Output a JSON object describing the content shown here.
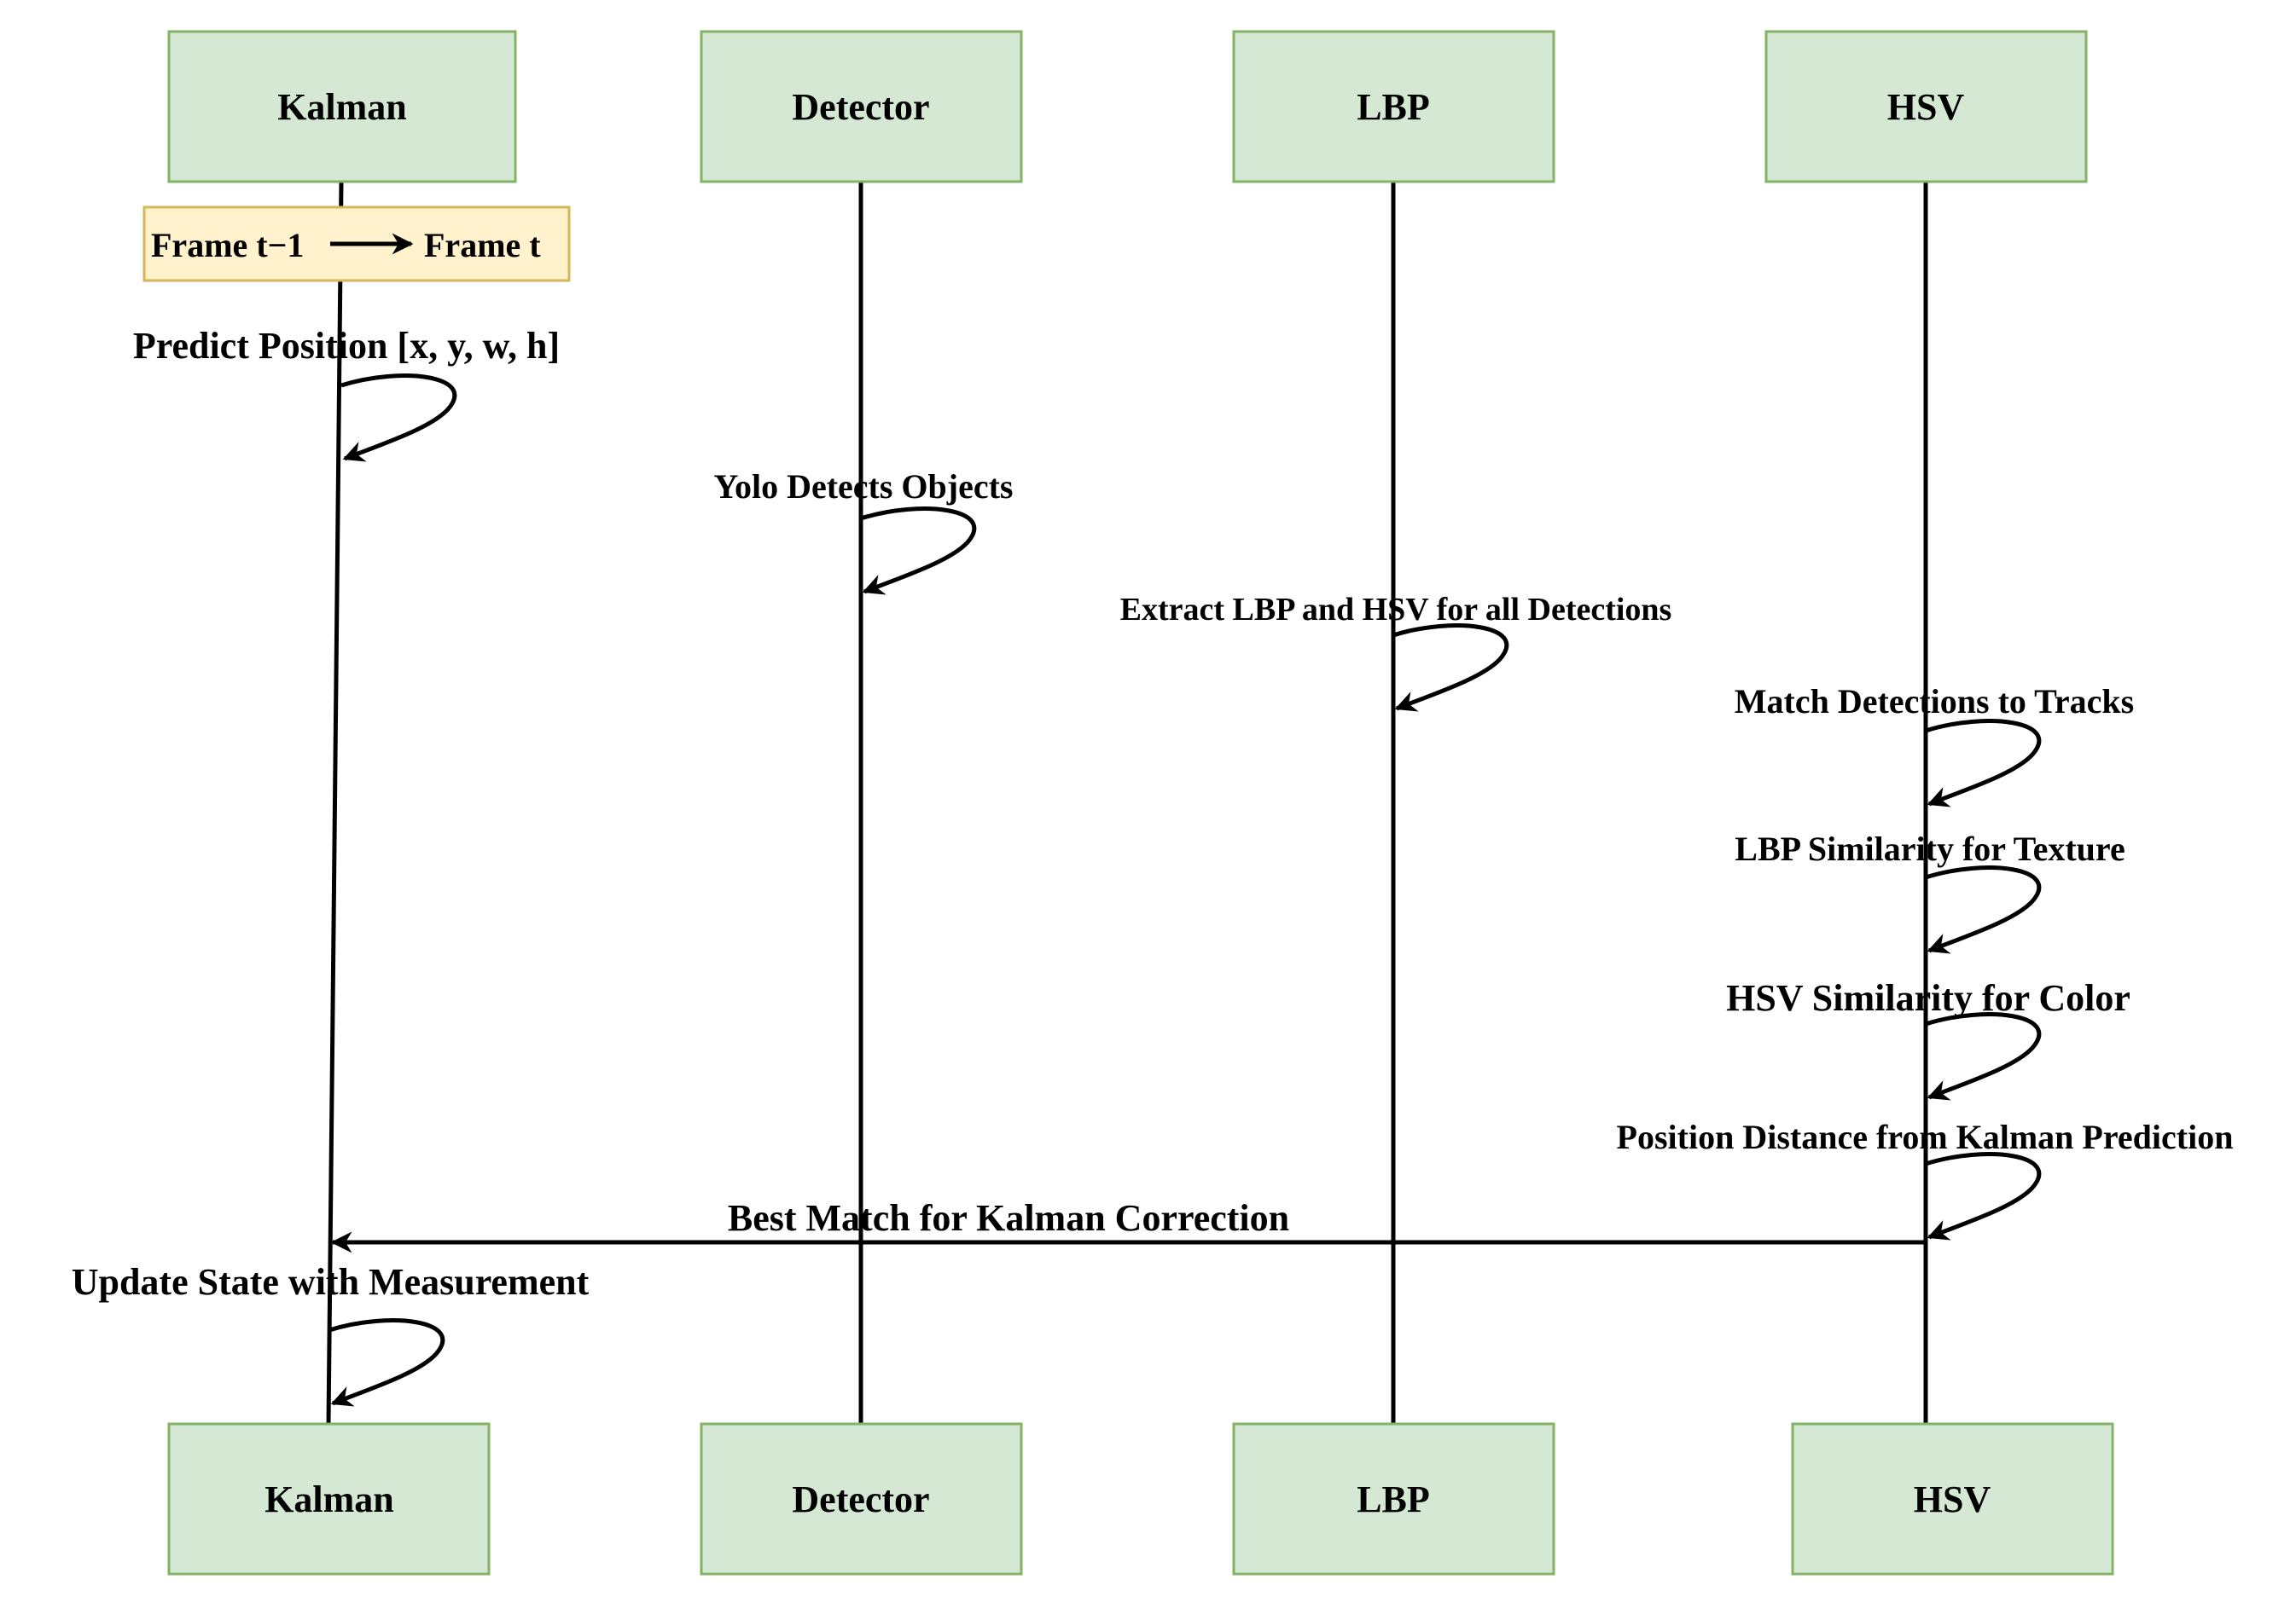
{
  "participants": [
    {
      "id": "kalman",
      "label": "Kalman"
    },
    {
      "id": "detector",
      "label": "Detector"
    },
    {
      "id": "lbp",
      "label": "LBP"
    },
    {
      "id": "hsv",
      "label": "HSV"
    }
  ],
  "frame_note": {
    "from": "Frame t−1",
    "to": "Frame t"
  },
  "messages": {
    "predict": "Predict Position [x, y, w, h]",
    "yolo": "Yolo Detects Objects",
    "extract": "Extract LBP and HSV for all Detections",
    "match": "Match Detections to Tracks",
    "lbp_sim": "LBP Similarity for Texture",
    "hsv_sim": "HSV Similarity for Color",
    "position": "Position Distance from Kalman Prediction",
    "best_match": "Best Match for Kalman Correction",
    "update": "Update State with Measurement"
  },
  "colors": {
    "participant_fill": "#d5e8d4",
    "participant_stroke": "#82b366",
    "note_fill": "#fff2cc",
    "note_stroke": "#d6b656",
    "line": "#000000"
  }
}
